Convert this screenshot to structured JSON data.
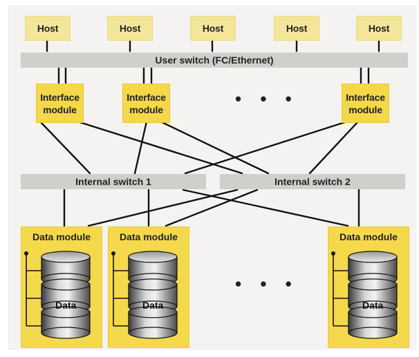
{
  "hosts": [
    {
      "label": "Host"
    },
    {
      "label": "Host"
    },
    {
      "label": "Host"
    },
    {
      "label": "Host"
    },
    {
      "label": "Host"
    }
  ],
  "user_switch": {
    "label": "User switch (FC/Ethernet)"
  },
  "interface_modules": [
    {
      "label": "Interface\nmodule"
    },
    {
      "label": "Interface\nmodule"
    },
    {
      "label": "Interface\nmodule"
    }
  ],
  "ellipsis": "• • •",
  "internal_switches": [
    {
      "label": "Internal switch 1"
    },
    {
      "label": "Internal switch 2"
    }
  ],
  "data_modules": [
    {
      "title": "Data module",
      "disk_label": "Data"
    },
    {
      "title": "Data module",
      "disk_label": "Data"
    },
    {
      "title": "Data module",
      "disk_label": "Data"
    }
  ],
  "colors": {
    "host_fill": "#f3e69a",
    "interface_fill": "#f4d84a",
    "data_module_fill": "#f4d94d",
    "switch_fill": "#cfd0cc",
    "panel_fill": "#f4f3f1"
  }
}
